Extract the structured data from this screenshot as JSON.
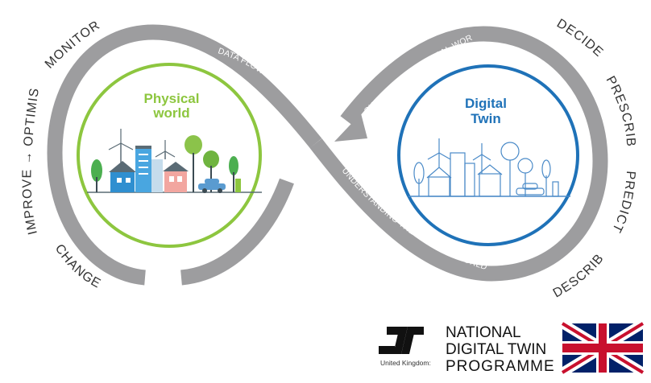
{
  "physical_world": {
    "line1": "Physical",
    "line2": "world",
    "color": "#8dc63f"
  },
  "digital_twin": {
    "line1": "Digital",
    "line2": "Twin",
    "color": "#1f72b8"
  },
  "band_labels": {
    "data_flows": "DATA FLOWS →",
    "shaping": "SHAPING THE PHYSICAL WORLD",
    "understanding": "UNDERSTANDING THE PHYSICAL WORLD"
  },
  "left_labels": {
    "monitor": "MONITOR",
    "optimise": "IMPROVE → OPTIMISE",
    "change": "CHANGE"
  },
  "right_labels": {
    "decide": "DECIDE",
    "prescribe": "PRESCRIBE →",
    "predict": "PREDICT →",
    "describe": "DESCRIBE"
  },
  "logo": {
    "country": "United Kingdom:",
    "line1": "NATIONAL",
    "line2": "DIGITAL TWIN",
    "line3": "PROGRAMME"
  },
  "colors": {
    "loop": "#9d9d9f",
    "label": "#333333",
    "flag_blue": "#012169",
    "flag_red": "#c8102e"
  }
}
